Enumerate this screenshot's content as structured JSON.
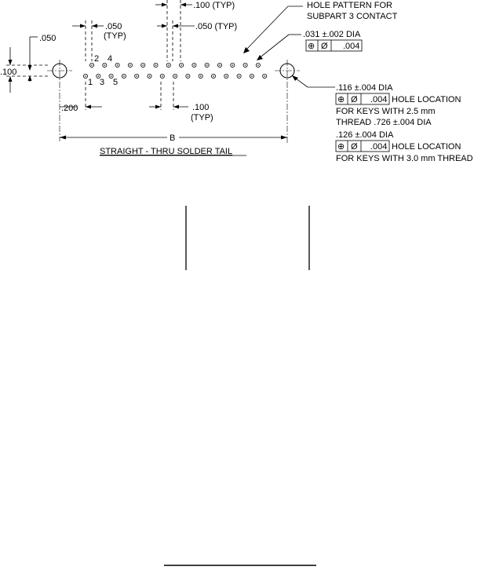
{
  "drawing": {
    "callouts": {
      "pitch_top": ".100 (TYP)",
      "pattern_line1": "HOLE PATTERN FOR",
      "pattern_line2": "SUBPART 3 CONTACT",
      "offset_050": ".050",
      "typ_050_left": ".050",
      "typ_050_left_sub": "(TYP)",
      "typ_050_right": ".050 (TYP)",
      "hole_dia": ".031 ±.002 DIA",
      "row_spacing": ".100",
      "edge_200": ".200",
      "pitch_bottom": ".100",
      "pitch_bottom_sub": "(TYP)",
      "overall": "B",
      "view_title": "STRAIGHT - THRU SOLDER TAIL",
      "key_116": ".116 ±.004 DIA",
      "hole_location_1": "HOLE LOCATION",
      "note_25_line1": "FOR KEYS WITH 2.5 mm",
      "note_25_line2": "THREAD .726 ±.004 DIA",
      "key_126": ".126 ±.004 DIA",
      "hole_location_2": "HOLE LOCATION",
      "note_30": "FOR KEYS WITH 3.0 mm THREAD"
    },
    "pin_numbers": {
      "p1": "1",
      "p2": "2",
      "p3": "3",
      "p4": "4",
      "p5": "5"
    },
    "feature_frames": [
      {
        "symbol": "⊕",
        "dia": "Ø",
        "tol": ".004"
      },
      {
        "symbol": "⊕",
        "dia": "Ø",
        "tol": ".004"
      },
      {
        "symbol": "⊕",
        "dia": "Ø",
        "tol": ".004"
      }
    ]
  }
}
